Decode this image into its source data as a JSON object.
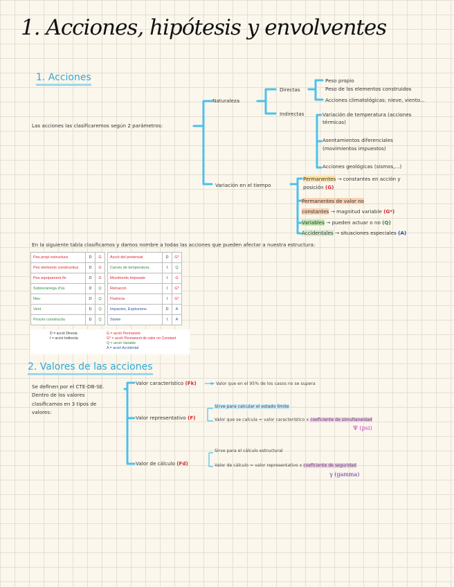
{
  "title": "1. Acciones, hipótesis y envolventes",
  "section1": {
    "heading": "1. Acciones",
    "intro": "Las acciones las clasificaremos según 2 parámetros:",
    "naturaleza": "Naturaleza",
    "directas": "Directas",
    "directas_items": [
      "Peso propio",
      "Peso de los elementos construidos",
      "Acciones climatológicas: nieve, viento..."
    ],
    "indirectas": "Indirectas",
    "indirectas_items": [
      "Variación de temperatura (acciones",
      "térmicas)",
      "Asentamientos diferenciales",
      "(movimientos impuestos)",
      "Acciones geológicas (sismos,...)"
    ],
    "tiempo": "Variación en el tiempo",
    "tiempo_items": {
      "perm_label": "Permanentes",
      "perm_text": "→ constantes en acción y",
      "perm_text2": "posición",
      "perm_sym": "(G)",
      "pnc_label": "Permanentes de valor no",
      "pnc_label2": "constantes",
      "pnc_text": "→ magnitud variable",
      "pnc_sym": "(G*)",
      "var_label": "Variables",
      "var_text": "→ pueden actuar o no",
      "var_sym": "(Q)",
      "acc_label": "Accidentales",
      "acc_text": "→ situaciones especiales",
      "acc_sym": "(A)"
    },
    "table_intro": "En la siguiente tabla clasificamos y damos nombre a todas las acciones que pueden afectar a nuestra estructura:",
    "table_rows": [
      {
        "l": "Pes propi estructura",
        "ld": "D",
        "lt": "G",
        "r": "Acció del pretensat",
        "rd": "D",
        "rt": "G*"
      },
      {
        "l": "Pes elements constructius",
        "ld": "D",
        "lt": "G",
        "r": "Canvis de temperatura",
        "rd": "I",
        "rt": "Q"
      },
      {
        "l": "Pes equipament fix",
        "ld": "D",
        "lt": "G",
        "r": "Moviments imposats",
        "rd": "I",
        "rt": "G"
      },
      {
        "l": "Sobrecàrrega d'ús",
        "ld": "D",
        "lt": "Q",
        "r": "Retracció",
        "rd": "I",
        "rt": "G*"
      },
      {
        "l": "Neu",
        "ld": "D",
        "lt": "Q",
        "r": "Fluència",
        "rd": "I",
        "rt": "G*"
      },
      {
        "l": "Vent",
        "ld": "D",
        "lt": "Q",
        "r": "Impactes, Explosions",
        "rd": "D",
        "rt": "A"
      },
      {
        "l": "Procés constructiu",
        "ld": "D",
        "lt": "Q",
        "r": "Sisme",
        "rd": "I",
        "rt": "A"
      }
    ],
    "legend": [
      "D = acció Directa",
      "I = acció Indirecta",
      "G = acció Permanent",
      "G* = acció Permanent de valor no Constant",
      "Q = acció Variable",
      "A = acció Accidental"
    ]
  },
  "section2": {
    "heading": "2. Valores de las acciones",
    "intro": [
      "Se definen por el CTE-DB-SE.",
      "Dentro de los valores",
      "clasificamos en 3 tipos de",
      "valores:"
    ],
    "caracteristico": "Valor característico",
    "caracteristico_sym": "(Fk)",
    "caracteristico_note": "Valor que en el 95% de los casos no se supera",
    "representativo": "Valor representativo",
    "representativo_sym": "(F)",
    "rep_note1": "Sirve para calcular el estado límite",
    "rep_note2_a": "Valor que se calcula = valor característico x",
    "rep_note2_b": "coeficiente de simultaneidad",
    "rep_coef": "Ψ (psi)",
    "calculo": "Valor de cálculo",
    "calculo_sym": "(Fd)",
    "calc_note1": "Sirve para el cálculo estructural",
    "calc_note2_a": "Valor de cálculo = valor representativo x",
    "calc_note2_b": "coeficiente de seguridad",
    "calc_coef": "γ (gamma)"
  },
  "colors": {
    "accent": "#2ea9d8",
    "red": "#d9252e",
    "blue": "#2a4fa8",
    "green": "#2c8b3c"
  }
}
